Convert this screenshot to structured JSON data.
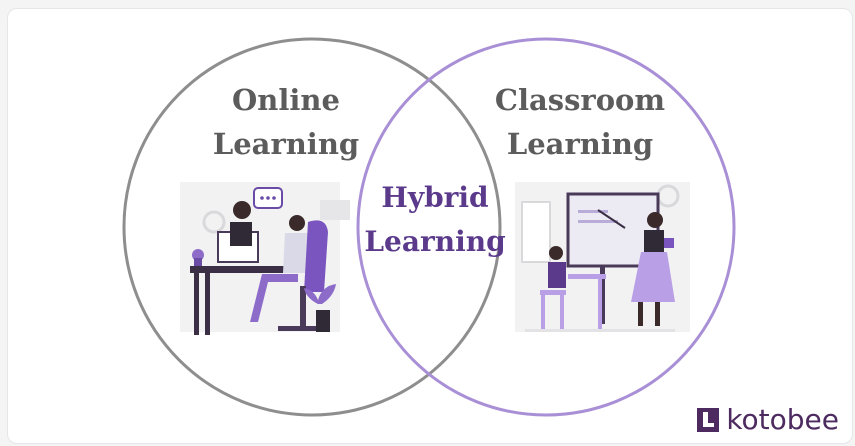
{
  "diagram": {
    "left_circle": {
      "line1": "Online",
      "line2": "Learning"
    },
    "right_circle": {
      "line1": "Classroom",
      "line2": "Learning"
    },
    "overlap": {
      "line1": "Hybrid",
      "line2": "Learning"
    }
  },
  "logo": {
    "text": "kotobee",
    "color": "#4d2a5f"
  },
  "colors": {
    "left_circle": "#8e8e8e",
    "right_circle": "#a98fd6",
    "overlap_text": "#5b3a8c",
    "accent": "#8c6cc8"
  },
  "icons": [
    "online-learning-illustration",
    "classroom-learning-illustration",
    "kotobee-logo-icon"
  ]
}
